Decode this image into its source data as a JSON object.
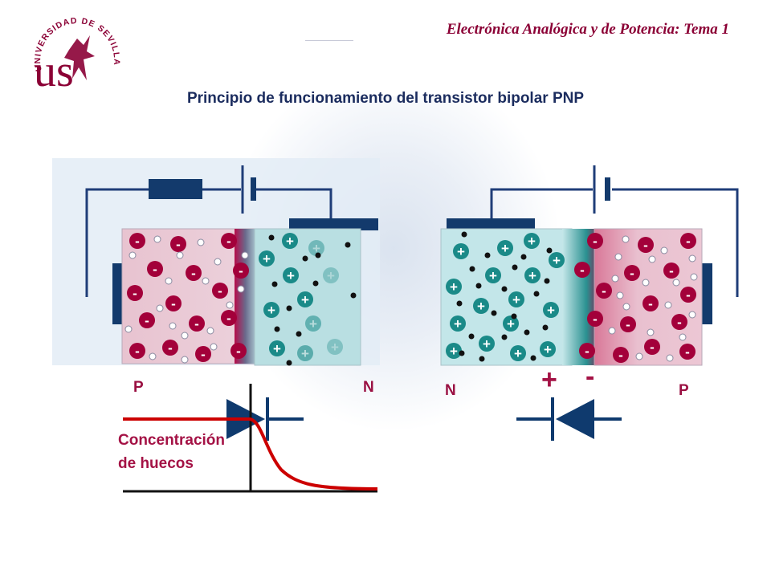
{
  "header": {
    "course_title": "Electrónica Analógica y de Potencia: Tema 1",
    "logo_text": "UNIVERSIDAD DE SEVILLA",
    "logo_letters": "us"
  },
  "slide": {
    "title": "Principio de funcionamiento del transistor bipolar PNP"
  },
  "left_junction": {
    "label_p": "P",
    "label_n": "N"
  },
  "right_junction": {
    "label_n": "N",
    "label_p": "P",
    "sign_plus": "+",
    "sign_minus": "-"
  },
  "concentration_plot": {
    "label_line1": "Concentración",
    "label_line2": "de huecos"
  },
  "symbols": {
    "acceptor": "-",
    "donor": "+"
  },
  "colors": {
    "p_region": "#e9c6d2",
    "n_region": "#bde0e4",
    "acceptor_ion": "#a3003a",
    "donor_ion": "#1a8a88",
    "wire": "#1f3d78",
    "electrode": "#133a6c",
    "curve": "#cc0000"
  }
}
